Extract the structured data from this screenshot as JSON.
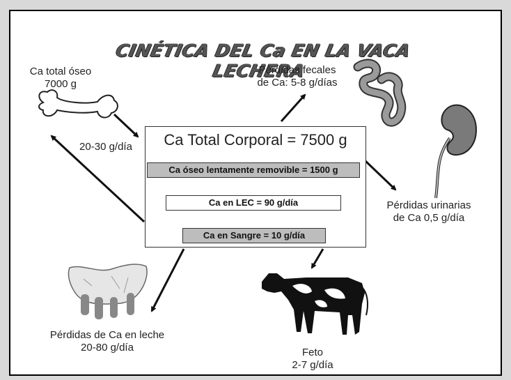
{
  "title": "CINÉTICA DEL Ca EN LA VACA LECHERA",
  "central_box": {
    "title": "Ca Total Corporal = 7500 g",
    "bar_bone": "Ca óseo lentamente removible = 1500 g",
    "bar_lec": "Ca en LEC = 90 g/día",
    "bar_blood": "Ca en Sangre = 10 g/día"
  },
  "bone": {
    "line1": "Ca total óseo",
    "line2": "7000 g",
    "flow": "20-30 g/día"
  },
  "fecal": {
    "line1": "Pérdidas fecales",
    "line2": "de Ca: 5-8 g/días"
  },
  "urinary": {
    "line1": "Pérdidas urinarias",
    "line2": "de Ca 0,5 g/día"
  },
  "milk": {
    "line1": "Pérdidas de Ca en leche",
    "line2": "20-80 g/día"
  },
  "fetus": {
    "line1": "Feto",
    "line2": "2-7 g/día"
  }
}
